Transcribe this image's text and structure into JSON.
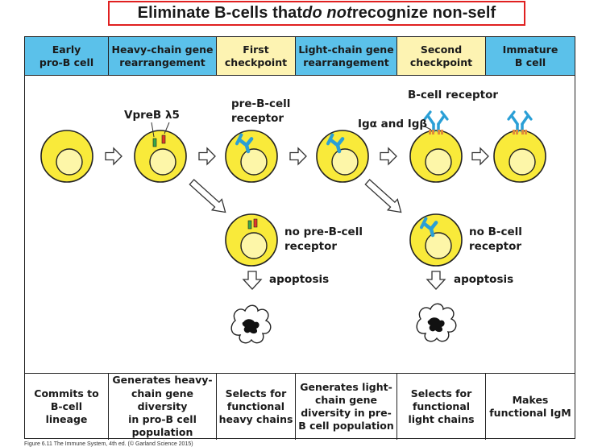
{
  "title": {
    "before": "Eliminate B-cells that ",
    "emphasis": "do not",
    "after": " recognize non-self"
  },
  "headers": [
    {
      "label": "Early pro-B cell",
      "lines": [
        "Early",
        "pro-B cell"
      ],
      "color": "#5bc1ea"
    },
    {
      "label": "Heavy-chain gene rearrangement",
      "lines": [
        "Heavy-chain gene",
        "rearrangement"
      ],
      "color": "#5bc1ea"
    },
    {
      "label": "First checkpoint",
      "lines": [
        "First",
        "checkpoint"
      ],
      "color": "#fdf3b2"
    },
    {
      "label": "Light-chain gene rearrangement",
      "lines": [
        "Light-chain gene",
        "rearrangement"
      ],
      "color": "#5bc1ea"
    },
    {
      "label": "Second checkpoint",
      "lines": [
        "Second",
        "checkpoint"
      ],
      "color": "#fdf3b2"
    },
    {
      "label": "Immature B cell",
      "lines": [
        "Immature",
        "B cell"
      ],
      "color": "#5bc1ea"
    }
  ],
  "labels": {
    "vpreb": "VpreB",
    "lambda5": "λ5",
    "pre_b_receptor": [
      "pre-B-cell",
      "receptor"
    ],
    "ig_alpha_beta": "Igα and Igβ",
    "b_cell_receptor": "B-cell receptor",
    "no_pre_b_receptor": [
      "no pre-B-cell",
      "receptor"
    ],
    "no_b_receptor": [
      "no B-cell",
      "receptor"
    ],
    "apoptosis_1": "apoptosis",
    "apoptosis_2": "apoptosis"
  },
  "footers": [
    {
      "lines": [
        "Commits to",
        "B-cell",
        "lineage"
      ]
    },
    {
      "lines": [
        "Generates heavy-",
        "chain gene diversity",
        "in pro-B cell",
        "population"
      ]
    },
    {
      "lines": [
        "Selects for",
        "functional",
        "heavy chains"
      ]
    },
    {
      "lines": [
        "Generates light-",
        "chain gene",
        "diversity in pre-",
        "B cell population"
      ]
    },
    {
      "lines": [
        "Selects for",
        "functional",
        "light chains"
      ]
    },
    {
      "lines": [
        "Makes",
        "functional IgM"
      ]
    }
  ],
  "caption": "Figure 6.11 The Immune System, 4th ed. (© Garland Science 2015)",
  "colors": {
    "cell_fill": "#f9ea3a",
    "nucleus_fill": "#fdf6a8",
    "receptor_blue": "#2a9fd6",
    "vpreb_green": "#3aa84a",
    "lambda5_red": "#e03a2a",
    "ig_orange": "#e08a3a",
    "title_border": "#e02020"
  },
  "icons": [
    "arrow-right-icon",
    "arrow-diagonal-icon",
    "arrow-down-icon",
    "apoptotic-cell-icon"
  ]
}
